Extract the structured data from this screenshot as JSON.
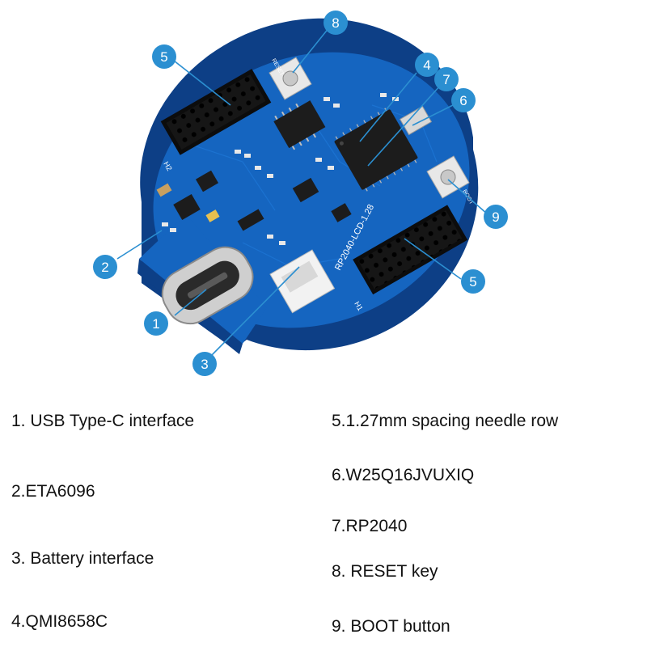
{
  "callouts": [
    {
      "id": "1",
      "color": "#2b8fd1"
    },
    {
      "id": "2",
      "color": "#2b8fd1"
    },
    {
      "id": "3",
      "color": "#2b8fd1"
    },
    {
      "id": "4",
      "color": "#2b8fd1"
    },
    {
      "id": "5",
      "color": "#2b8fd1"
    },
    {
      "id": "5",
      "color": "#2b8fd1"
    },
    {
      "id": "6",
      "color": "#2b8fd1"
    },
    {
      "id": "7",
      "color": "#2b8fd1"
    },
    {
      "id": "8",
      "color": "#2b8fd1"
    },
    {
      "id": "9",
      "color": "#2b8fd1"
    }
  ],
  "board_text": {
    "model": "RP2040-LCD-1.28",
    "h1": "H1",
    "h2": "H2",
    "boot": "BOOT",
    "reset": "RESET"
  },
  "legend": {
    "item1": "1. USB Type-C interface",
    "item2": "2.ETA6096",
    "item3": "3. Battery interface",
    "item4": "4.QMI8658C",
    "item5": "5.1.27mm spacing needle row",
    "item6": "6.W25Q16JVUXIQ",
    "item7": "7.RP2040",
    "item8": "8. RESET key",
    "item9": "9. BOOT button"
  },
  "colors": {
    "pcb": "#1565c0",
    "pcb_dark": "#0d3f86",
    "chip": "#1c1c1c",
    "callout": "#2b8fd1"
  }
}
